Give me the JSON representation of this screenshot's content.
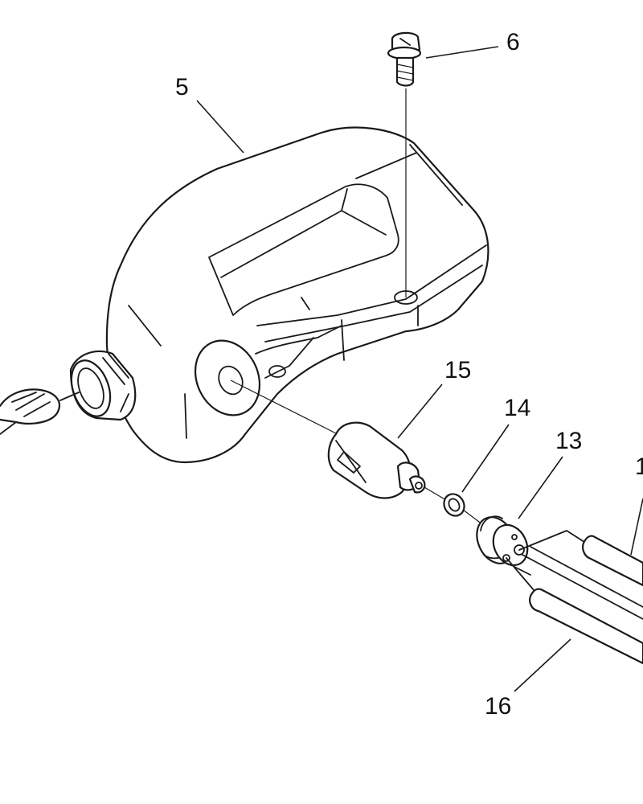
{
  "diagram": {
    "callouts": [
      {
        "id": "callout-5",
        "text": "5"
      },
      {
        "id": "callout-6",
        "text": "6"
      },
      {
        "id": "callout-15",
        "text": "15"
      },
      {
        "id": "callout-14",
        "text": "14"
      },
      {
        "id": "callout-13",
        "text": "13"
      },
      {
        "id": "callout-16",
        "text": "16"
      },
      {
        "id": "callout-17",
        "text": "1"
      }
    ]
  },
  "colors": {
    "line": "#1a1a1a",
    "background": "#ffffff"
  }
}
